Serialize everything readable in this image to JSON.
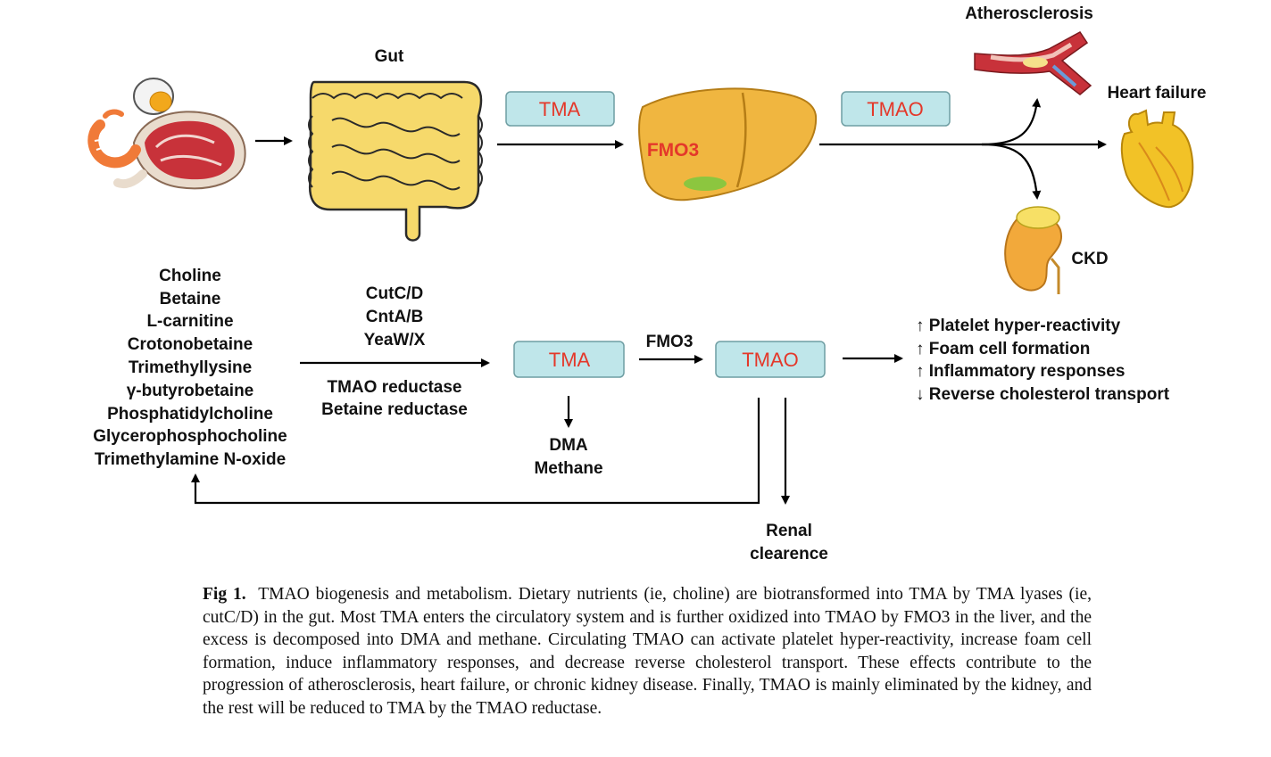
{
  "top": {
    "gut_label": "Gut",
    "tma_box": "TMA",
    "liver_enzyme": "FMO3",
    "tmao_box": "TMAO",
    "outcomes": {
      "atherosclerosis": "Atherosclerosis",
      "heart_failure": "Heart failure",
      "ckd": "CKD"
    }
  },
  "nutrients": [
    "Choline",
    "Betaine",
    "L-carnitine",
    "Crotonobetaine",
    "Trimethyllysine",
    "γ-butyrobetaine",
    "Phosphatidylcholine",
    "Glycerophosphocholine",
    "Trimethylamine N-oxide"
  ],
  "enzymes_above": [
    "CutC/D",
    "CntA/B",
    "YeaW/X"
  ],
  "enzymes_below": [
    "TMAO reductase",
    "Betaine reductase"
  ],
  "bottom": {
    "tma_box": "TMA",
    "fmo3_label": "FMO3",
    "tmao_box": "TMAO",
    "decomposition": [
      "DMA",
      "Methane"
    ],
    "renal": [
      "Renal",
      "clearence"
    ]
  },
  "effects": [
    "↑ Platelet hyper-reactivity",
    "↑ Foam cell formation",
    "↑ Inflammatory responses",
    "↓ Reverse cholesterol transport"
  ],
  "caption": {
    "label": "Fig 1.",
    "text": "TMAO biogenesis and metabolism. Dietary nutrients (ie, choline) are biotransformed into TMA by TMA lyases (ie, cutC/D) in the gut. Most TMA enters the circulatory system and is further oxidized into TMAO by FMO3 in the liver, and the excess is decomposed into DMA and methane. Circulating TMAO can activate platelet hyper-reactivity, increase foam cell formation, induce inflammatory responses, and decrease reverse cholesterol transport. These effects contribute to the progression of atherosclerosis, heart failure, or chronic kidney disease. Finally, TMAO is mainly eliminated by the kidney, and the rest will be reduced to TMA by the TMAO reductase."
  },
  "colors": {
    "box_fill": "#bfe6ea",
    "box_text": "#e4382a",
    "gut": "#f6d96b",
    "liver": "#f0b640",
    "meat": "#c8323a",
    "artery": "#c8323a",
    "kidney": "#f2a93b"
  },
  "icons": [
    "food-icon",
    "gut-icon",
    "liver-icon",
    "artery-icon",
    "heart-icon",
    "kidney-icon"
  ]
}
